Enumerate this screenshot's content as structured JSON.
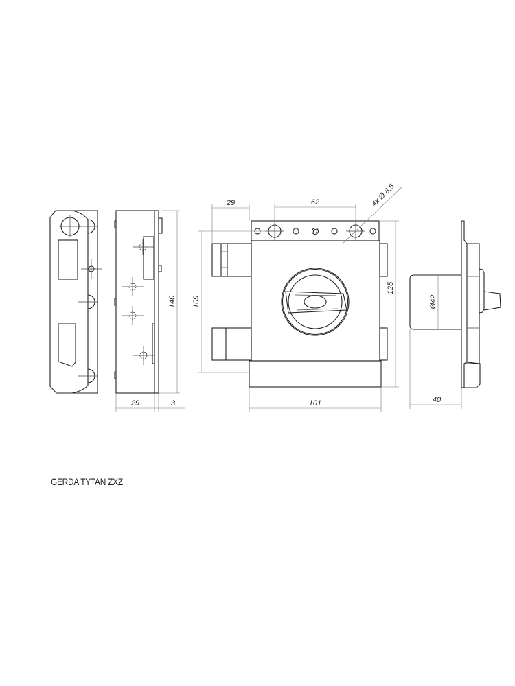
{
  "title": "GERDA TYTAN ZXZ",
  "dimensions": {
    "side_height": "140",
    "side_depth": "29",
    "side_plate": "3",
    "bolt_offset": "29",
    "hole_spacing": "62",
    "hole_spec": "4x  Ø 8,5",
    "bolt_span": "109",
    "body_height": "125",
    "body_width": "101",
    "cylinder_diameter": "Ø42",
    "cylinder_length": "40"
  }
}
